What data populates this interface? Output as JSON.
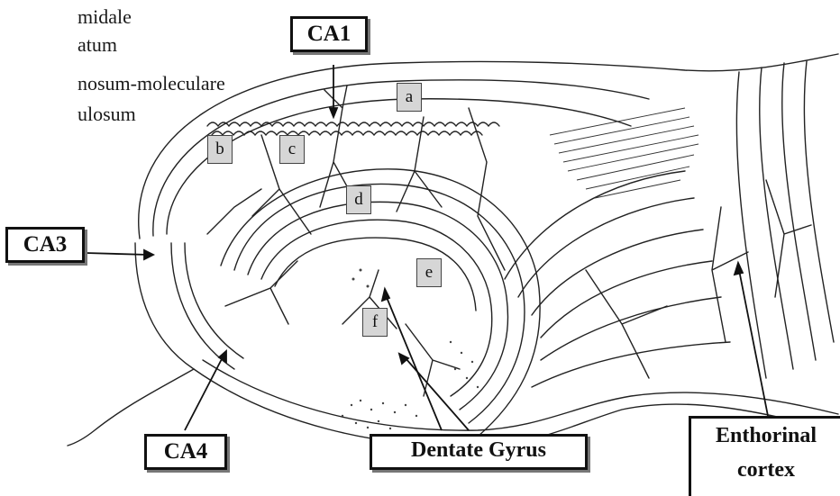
{
  "legend": [
    "midale",
    "atum",
    "nosum-moleculare",
    "ulosum"
  ],
  "region_labels": {
    "ca1": "CA1",
    "ca3": "CA3",
    "ca4": "CA4",
    "dentate_gyrus": "Dentate Gyrus",
    "enthorinal_cortex_line1": "Enthorinal",
    "enthorinal_cortex_line2": "cortex"
  },
  "point_labels": {
    "a": "a",
    "b": "b",
    "c": "c",
    "d": "d",
    "e": "e",
    "f": "f"
  },
  "colors": {
    "ink": "#111111",
    "marker_fill": "#d6d6d6",
    "background": "#ffffff"
  }
}
